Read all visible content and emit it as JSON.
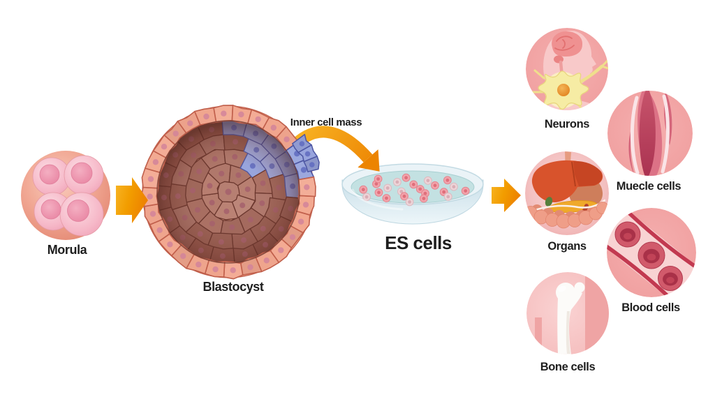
{
  "stages": {
    "morula": {
      "label": "Morula"
    },
    "blastocyst": {
      "label": "Blastocyst"
    },
    "inner_cell_mass": {
      "label": "Inner cell mass"
    },
    "es_cells": {
      "label": "ES cells"
    }
  },
  "derived": [
    {
      "label": "Neurons"
    },
    {
      "label": "Muecle cells"
    },
    {
      "label": "Organs"
    },
    {
      "label": "Blood cells"
    },
    {
      "label": "Bone cells"
    }
  ],
  "colors": {
    "background": "#FFFFFF",
    "label_text": "#1E1E1E",
    "arrow_light": "#F8B525",
    "arrow_dark": "#ED8200",
    "circle_pink": "#F2A5A5",
    "embryo_cell_inner": "#C68D7E",
    "embryo_cell_outer": "#8F5348",
    "embryo_cell_line": "#6B372E",
    "embryo_nucleus": "#A5606C",
    "trophoblast_fill": "#F2A78F",
    "trophoblast_line": "#C05F4B",
    "trophoblast_nucleus": "#D2849A",
    "icm_fill": "#96A3DC",
    "icm_line": "#4C55A2",
    "icm_nucleus": "#5F6BC0",
    "dish_cell_pink": "#F2A3AB",
    "dish_cell_pink_edge": "#E4848E",
    "dish_cell_pink_core": "#DF6F7B",
    "dish_cell_pale": "#EDD4D8",
    "dish_cell_pale_edge": "#DDB9BF",
    "dish_cell_pale_core": "#D9AEB6"
  }
}
